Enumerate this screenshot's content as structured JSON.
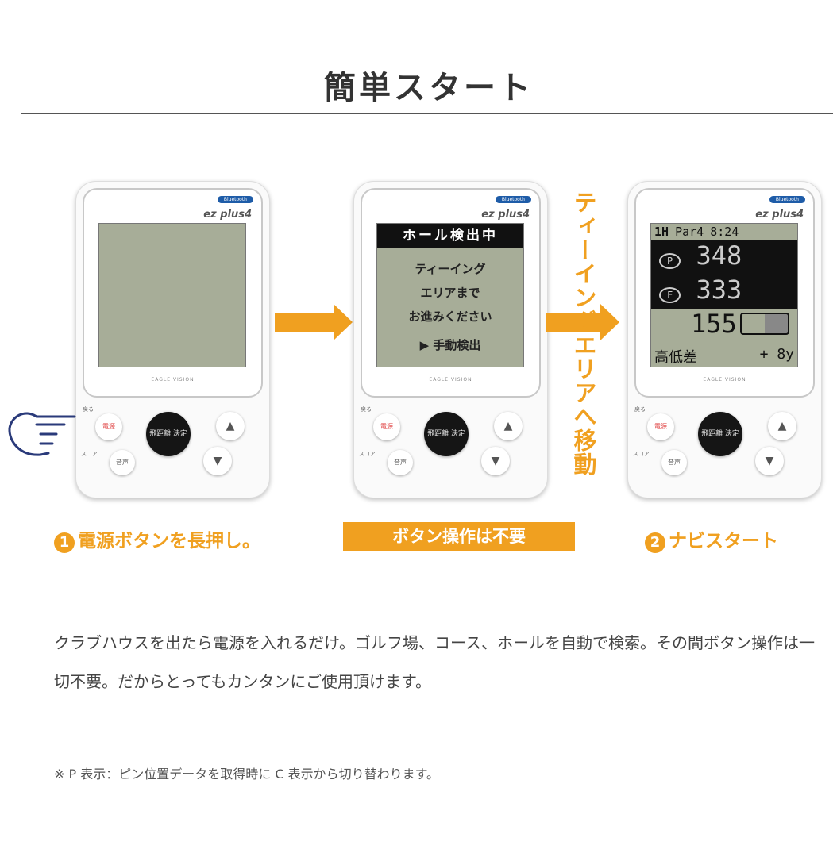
{
  "title": "簡単スタート",
  "device": {
    "bluetooth": "Bluetooth",
    "logo": "ez plus4",
    "brand": "EAGLE VISION",
    "power": "電源",
    "sound": "音声",
    "center": "飛距離 決定",
    "back": "戻る",
    "score": "スコア",
    "up": "▲",
    "down": "▼"
  },
  "screen2": {
    "header": "ホール検出中",
    "lines": [
      "ティーイング",
      "エリアまで",
      "お進みください"
    ],
    "manual": "▶ 手動検出"
  },
  "screen3": {
    "hole": "1H",
    "par": "Par4",
    "time": "8:24",
    "pin": "348",
    "front": "333",
    "dist": "155",
    "elev_label": "高低差",
    "elev_value": "+ 8y"
  },
  "arrow_text": "ティーイングエリアへ移動",
  "steps": {
    "one_num": "1",
    "one": "電源ボタンを長押し。",
    "middle": "ボタン操作は不要",
    "two_num": "2",
    "two": "ナビスタート"
  },
  "description": "クラブハウスを出たら電源を入れるだけ。ゴルフ場、コース、ホールを自動で検索。その間ボタン操作は一切不要。だからとってもカンタンにご使用頂けます。",
  "note": "※ P 表示：ピン位置データを取得時に C 表示から切り替わります。",
  "colors": {
    "accent": "#f0a020",
    "lcd": "#a7ad98"
  }
}
